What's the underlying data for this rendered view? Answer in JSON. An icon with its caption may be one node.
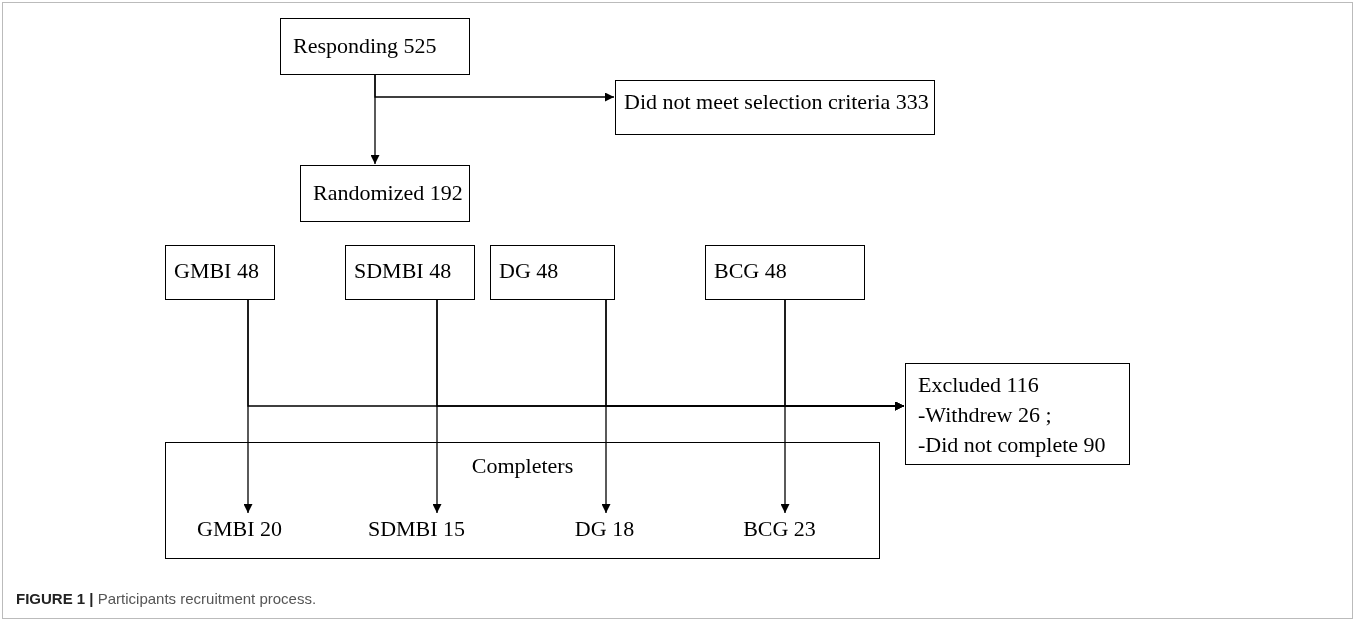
{
  "diagram": {
    "caption": "**FIGURE 1 |** Participants recruitment process.",
    "nodes": [
      {
        "text": [
          "Responding 525"
        ]
      },
      {
        "text": [
          "Did not meet selection criteria 333"
        ]
      },
      {
        "text": [
          "Randomized 192"
        ]
      },
      {
        "text": [
          "GMBI 48"
        ]
      },
      {
        "text": [
          "SDMBI 48"
        ]
      },
      {
        "text": [
          "DG 48"
        ]
      },
      {
        "text": [
          "BCG 48"
        ]
      },
      {
        "text": [
          "Excluded 116",
          "-Withdrew 26 ;",
          "-Did not complete  90"
        ]
      },
      {
        "text": [
          "Completers"
        ]
      },
      {
        "text": [
          "GMBI 20"
        ],
        "in": 8
      },
      {
        "text": [
          "SDMBI 15"
        ],
        "in": 8
      },
      {
        "text": [
          "DG 18"
        ],
        "in": 8
      },
      {
        "text": [
          "BCG 23"
        ],
        "in": 8
      }
    ],
    "edges": [
      {
        "from": 0,
        "to": 1,
        "arrow": "to"
      },
      {
        "from": 0,
        "to": 2,
        "arrow": "to"
      },
      {
        "from": 3,
        "to": 9,
        "arrow": "to"
      },
      {
        "from": 4,
        "to": 10,
        "arrow": "to"
      },
      {
        "from": 5,
        "to": 11,
        "arrow": "to"
      },
      {
        "from": 6,
        "to": 12,
        "arrow": "to"
      },
      {
        "from": 3,
        "to": 7,
        "arrow": "to"
      },
      {
        "from": 4,
        "to": 7,
        "arrow": "to"
      },
      {
        "from": 5,
        "to": 7,
        "arrow": "to"
      },
      {
        "from": 6,
        "to": 7,
        "arrow": "to"
      }
    ]
  }
}
